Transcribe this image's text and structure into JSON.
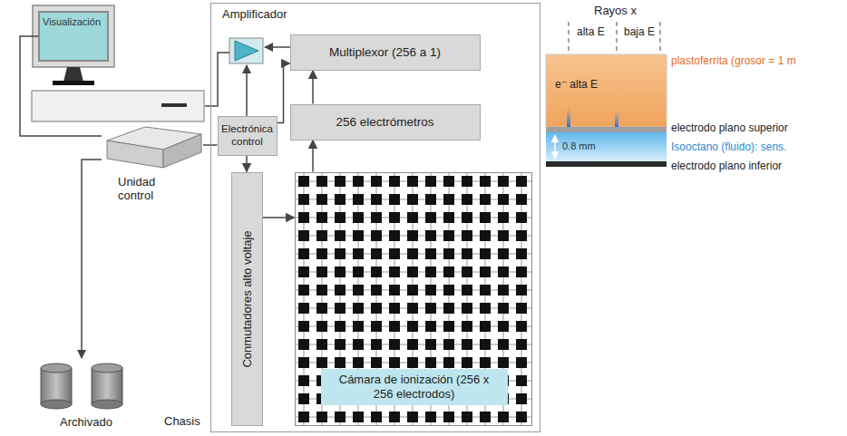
{
  "diagram": {
    "nodes": [
      {
        "text": [
          "Visualización"
        ]
      },
      {
        "text": [
          "Unidad control"
        ]
      },
      {
        "text": [
          "Archivado"
        ]
      },
      {
        "text": [
          "Amplificador",
          "Chasis"
        ]
      },
      {
        "text": [
          "Multiplexor (256 a 1)"
        ],
        "in": 3
      },
      {
        "text": [
          "256 electrómetros"
        ],
        "in": 3
      },
      {
        "text": [
          "Electrónica control"
        ],
        "in": 3
      },
      {
        "text": [
          "Conmutadores alto voltaje"
        ],
        "in": 3
      },
      {
        "text": [
          "Cámara de ionización (256 x 256 electrodos)"
        ],
        "in": 3
      }
    ],
    "edges": [
      {
        "from": 1,
        "to": 0,
        "arrow": "none"
      },
      {
        "from": 1,
        "to": 2,
        "arrow": "to"
      },
      {
        "from": 6,
        "to": 1,
        "arrow": "none"
      },
      {
        "from": 6,
        "to": 7,
        "arrow": "to"
      },
      {
        "from": 7,
        "to": 8,
        "arrow": "to"
      },
      {
        "from": 8,
        "to": 5,
        "arrow": "to"
      },
      {
        "from": 5,
        "to": 4,
        "arrow": "to"
      },
      {
        "from": 6,
        "to": 4,
        "arrow": "to"
      }
    ],
    "labels": [
      "Rayos x",
      "alta E",
      "baja E",
      "e⁻ alta E",
      "plastoferrita (grosor = 1 m",
      "electrodo plano superior",
      "0.8 mm",
      "Isooctano (fluido): sens.",
      "electrodo plano inferior"
    ]
  }
}
